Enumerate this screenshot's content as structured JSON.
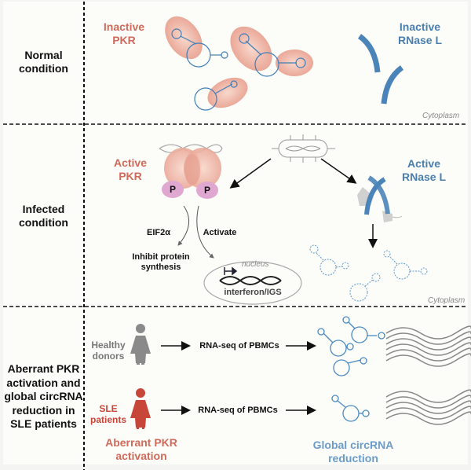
{
  "rows": [
    {
      "label": "Normal\ncondition"
    },
    {
      "label": "Infected\ncondition"
    },
    {
      "label": "Aberrant PKR\nactivation and\nglobal circRNA\nreduction in\nSLE patients"
    }
  ],
  "normal": {
    "pkr_label": "Inactive\nPKR",
    "rnase_label": "Inactive\nRNase L",
    "compartment": "Cytoplasm"
  },
  "infected": {
    "pkr_label": "Active\nPKR",
    "phospho": "P",
    "rnase_label": "Active\nRNase L",
    "eif_label": "EIF2α",
    "activate_label": "Activate",
    "inhibit_label": "Inhibit protein\nsynthesis",
    "nucleus_label": "nucleus",
    "gene_label": "interferon/IGS",
    "compartment": "Cytoplasm"
  },
  "sle": {
    "healthy_label": "Healthy\ndonors",
    "sle_label": "SLE\npatients",
    "rnaseq_healthy": "RNA-seq of PBMCs",
    "rnaseq_sle": "RNA-seq of PBMCs",
    "aberrant_label": "Aberrant PKR\nactivation",
    "reduction_label": "Global circRNA\nreduction"
  },
  "colors": {
    "pkr_red": "#d06a5a",
    "rnase_blue": "#4a7fb0",
    "circ_blue": "#4a8ac4",
    "pink": "#e0a8d0",
    "healthy_gray": "#888888",
    "patient_red": "#c8453a"
  }
}
